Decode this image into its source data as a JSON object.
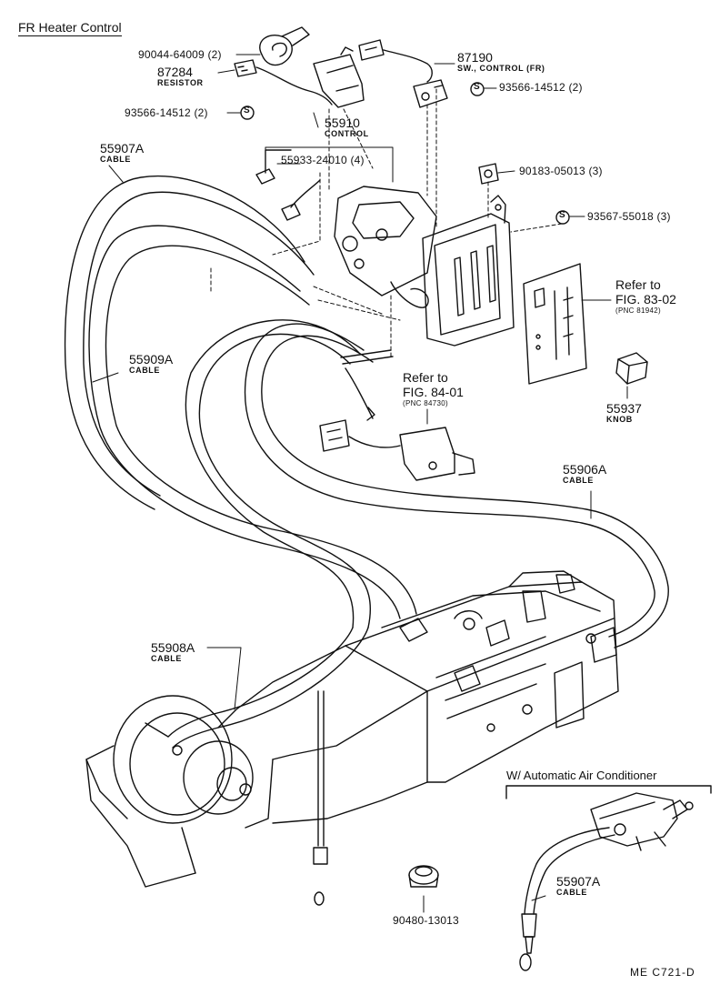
{
  "title": "FR Heater Control",
  "section_label": "W/ Automatic Air Conditioner",
  "figure_code": "ME  C721-D",
  "parts": {
    "clamp_90044": "90044-64009 (2)",
    "resistor_no": "87284",
    "resistor_name": "RESISTOR",
    "screw_left": "93566-14512 (2)",
    "switch_no": "87190",
    "switch_name": "SW., CONTROL (FR)",
    "screw_right": "93566-14512 (2)",
    "control_no": "55910",
    "control_name": "CONTROL",
    "cable_907_no": "55907A",
    "cable_907_name": "CABLE",
    "clip_55933": "55933-24010 (4)",
    "nut_90183": "90183-05013 (3)",
    "screw_93567": "93567-55018 (3)",
    "cable_909_no": "55909A",
    "cable_909_name": "CABLE",
    "knob_no": "55937",
    "knob_name": "KNOB",
    "cable_906_no": "55906A",
    "cable_906_name": "CABLE",
    "cable_908_no": "55908A",
    "cable_908_name": "CABLE",
    "grommet": "90480-13013",
    "ac_cable_no": "55907A",
    "ac_cable_name": "CABLE",
    "screw_symbol": "S"
  },
  "refs": {
    "ref1_title": "Refer to",
    "ref1_fig": "FIG. 83-02",
    "ref1_pnc": "(PNC 81942)",
    "ref2_title": "Refer to",
    "ref2_fig": "FIG. 84-01",
    "ref2_pnc": "(PNC 84730)"
  }
}
